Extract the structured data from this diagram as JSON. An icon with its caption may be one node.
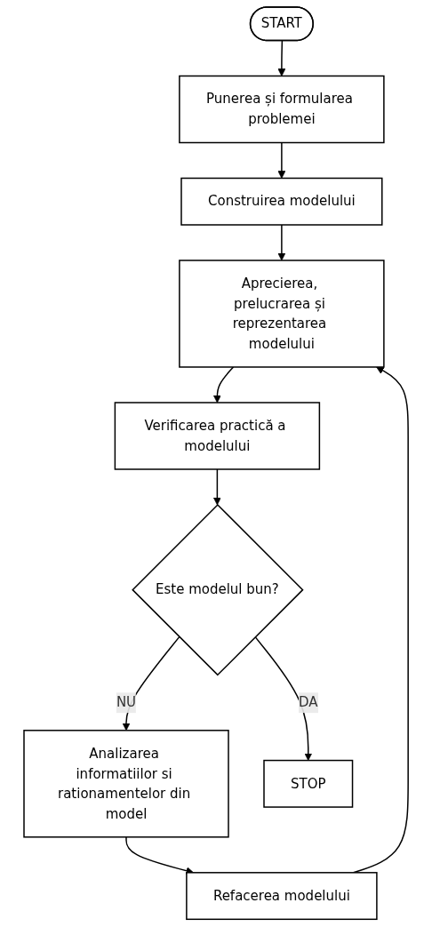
{
  "diagram": {
    "nodes": [
      {
        "text": [
          "START"
        ]
      },
      {
        "text": [
          "Punerea și formularea problemei"
        ]
      },
      {
        "text": [
          "Construirea modelului"
        ]
      },
      {
        "text": [
          "Aprecierea, prelucrarea și reprezentarea modelului"
        ]
      },
      {
        "text": [
          "Refacerea modelului"
        ]
      },
      {
        "text": [
          "Verificarea practică a modelului"
        ]
      },
      {
        "text": [
          "Analizarea informatiilor si rationamentelor din model"
        ]
      },
      {
        "text": [
          "Este modelul bun?"
        ]
      },
      {
        "text": [
          "STOP"
        ]
      }
    ],
    "edges": [
      {
        "from": 0,
        "to": 1,
        "arrow": "to"
      },
      {
        "from": 1,
        "to": 2,
        "arrow": "to"
      },
      {
        "from": 2,
        "to": 3,
        "arrow": "to"
      },
      {
        "from": 3,
        "to": 5,
        "arrow": "to"
      },
      {
        "from": 5,
        "to": 7,
        "arrow": "to"
      },
      {
        "from": 7,
        "to": 8,
        "arrow": "to",
        "label": "DA"
      },
      {
        "from": 7,
        "to": 6,
        "arrow": "to",
        "label": "NU"
      },
      {
        "from": 6,
        "to": 4,
        "arrow": "to"
      },
      {
        "from": 4,
        "to": 3,
        "arrow": "to"
      }
    ]
  }
}
